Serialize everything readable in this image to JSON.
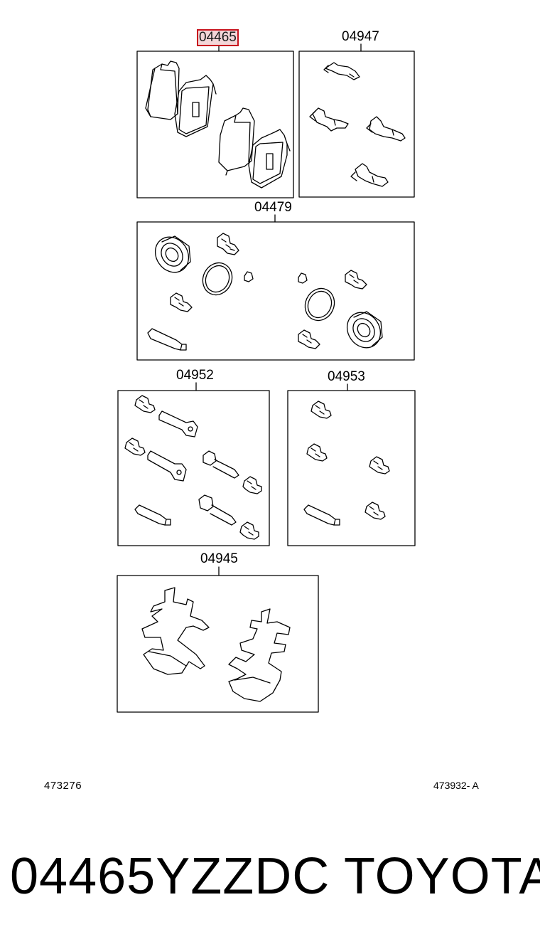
{
  "groups": [
    {
      "part_number": "04465",
      "highlighted": true
    },
    {
      "part_number": "04947",
      "highlighted": false
    },
    {
      "part_number": "04479",
      "highlighted": false
    },
    {
      "part_number": "04952",
      "highlighted": false
    },
    {
      "part_number": "04953",
      "highlighted": false
    },
    {
      "part_number": "04945",
      "highlighted": false
    }
  ],
  "refs": {
    "left": "473276",
    "right": "473932- A"
  },
  "footer": {
    "part_code": "04465YZZDC",
    "brand": "TOYOTA"
  },
  "colors": {
    "highlight_border": "#c8141e",
    "highlight_fill": "#f3d6d8",
    "line": "#000000"
  }
}
